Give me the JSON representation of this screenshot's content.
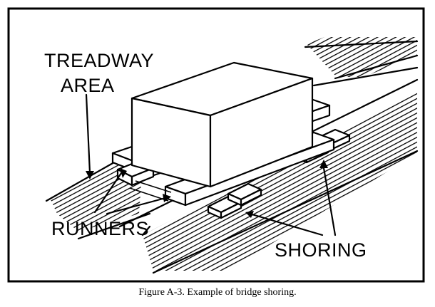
{
  "diagram": {
    "labels": {
      "treadway_line1": "TREADWAY",
      "treadway_line2": "AREA",
      "runners": "RUNNERS",
      "shoring": "SHORING"
    },
    "caption": "Figure A-3.  Example of bridge shoring.",
    "colors": {
      "ink": "#000000",
      "paper": "#ffffff"
    }
  }
}
